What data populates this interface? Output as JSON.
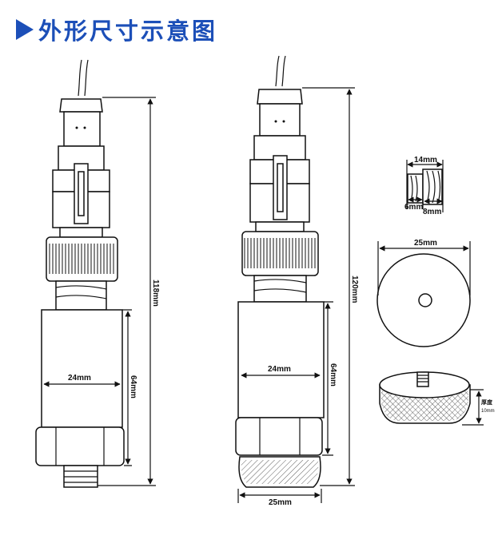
{
  "title": "外形尺寸示意图",
  "accent_color": "#1c4fb8",
  "left_sensor": {
    "total_height": "118mm",
    "body_height": "64mm",
    "body_width": "24mm"
  },
  "center_sensor": {
    "total_height": "120mm",
    "body_height": "64mm",
    "body_width": "24mm",
    "base_width": "25mm"
  },
  "thread_detail": {
    "total": "14mm",
    "small": "6mm",
    "large": "8mm"
  },
  "disc": {
    "diameter": "25mm",
    "thickness_label": "厚度",
    "thickness": "10mm"
  }
}
